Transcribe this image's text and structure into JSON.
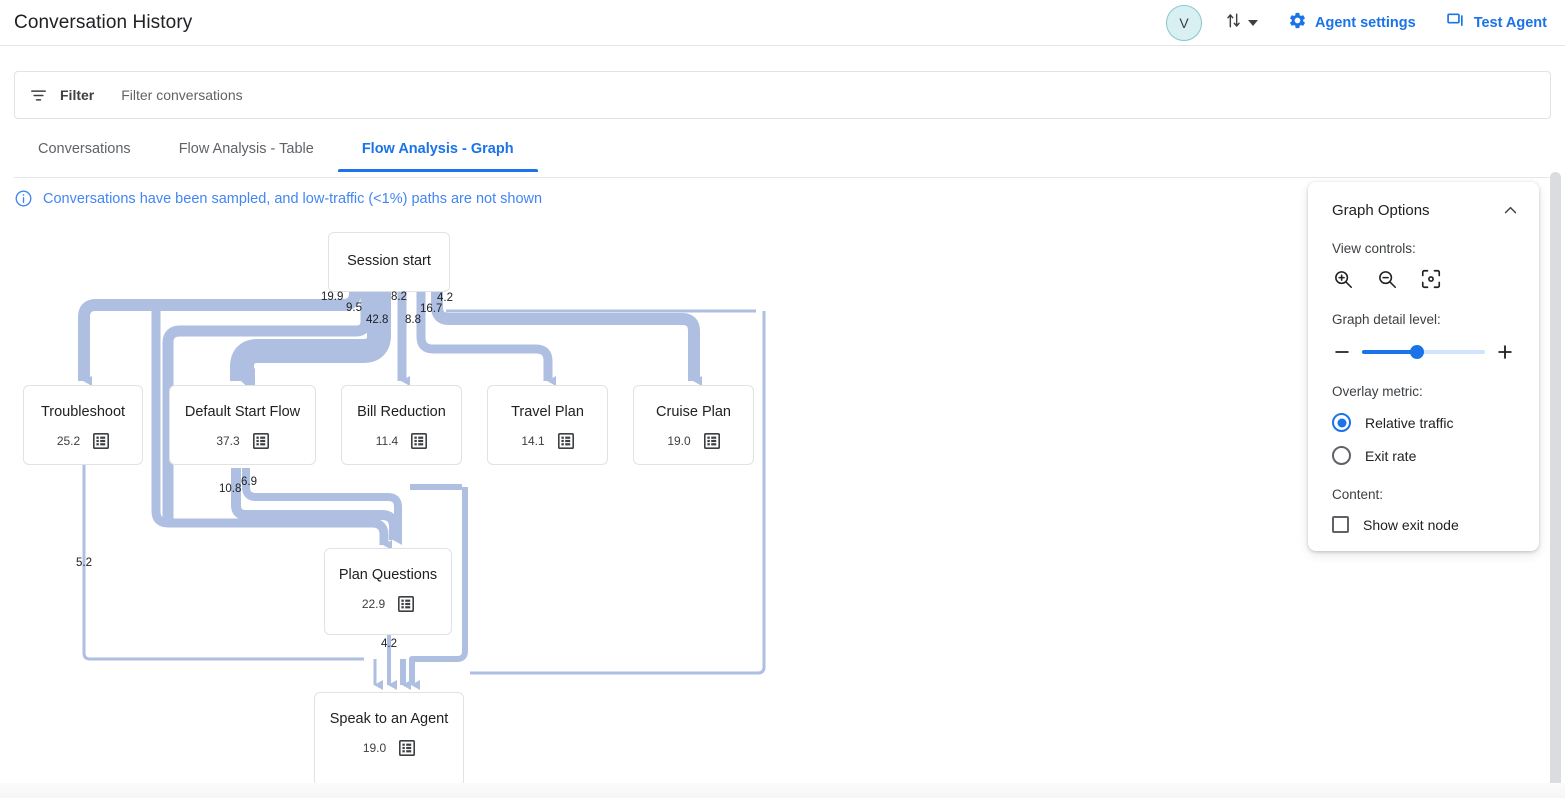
{
  "topbar": {
    "title": "Conversation History",
    "avatar_initial": "V",
    "swap_icon": "swap-vertical-icon",
    "caret_icon": "chevron-down-icon",
    "actions": [
      {
        "label": "Agent settings",
        "icon": "gear-icon"
      },
      {
        "label": "Test Agent",
        "icon": "chat-bubble-icon"
      }
    ]
  },
  "filter": {
    "icon": "filter-icon",
    "label": "Filter",
    "placeholder": "Filter conversations",
    "value": ""
  },
  "tabs": [
    {
      "label": "Conversations",
      "active": false
    },
    {
      "label": "Flow Analysis - Table",
      "active": false
    },
    {
      "label": "Flow Analysis - Graph",
      "active": true
    }
  ],
  "banner": {
    "icon": "info-icon",
    "text": "Conversations have been sampled, and low-traffic (<1%) paths are not shown",
    "color": "#4285f4"
  },
  "graph": {
    "start_node": {
      "label": "Session start"
    },
    "nodes": [
      {
        "id": "troubleshoot",
        "label": "Troubleshoot",
        "value": "25.2",
        "icon": "table-icon"
      },
      {
        "id": "default_start",
        "label": "Default Start Flow",
        "value": "37.3",
        "icon": "table-icon"
      },
      {
        "id": "bill",
        "label": "Bill Reduction",
        "value": "11.4",
        "icon": "table-icon"
      },
      {
        "id": "travel",
        "label": "Travel Plan",
        "value": "14.1",
        "icon": "table-icon"
      },
      {
        "id": "cruise",
        "label": "Cruise Plan",
        "value": "19.0",
        "icon": "table-icon"
      },
      {
        "id": "plan_q",
        "label": "Plan Questions",
        "value": "22.9",
        "icon": "table-icon"
      },
      {
        "id": "agent",
        "label": "Speak to an Agent",
        "value": "19.0",
        "icon": "table-icon"
      }
    ],
    "edge_labels": [
      {
        "id": "e1",
        "value": "19.9"
      },
      {
        "id": "e2",
        "value": "9.5"
      },
      {
        "id": "e3",
        "value": "42.8"
      },
      {
        "id": "e4",
        "value": "8.2"
      },
      {
        "id": "e5",
        "value": "8.8"
      },
      {
        "id": "e6",
        "value": "16.7"
      },
      {
        "id": "e7",
        "value": "4.2"
      },
      {
        "id": "e8",
        "value": "10.8"
      },
      {
        "id": "e9",
        "value": "6.9"
      },
      {
        "id": "e10",
        "value": "5.2"
      },
      {
        "id": "e11",
        "value": "4.2"
      }
    ],
    "edge_color": "#aebfe2"
  },
  "panel": {
    "title": "Graph Options",
    "collapse_icon": "chevron-up-icon",
    "view_controls_label": "View controls:",
    "view_controls": [
      {
        "name": "zoom-in-icon"
      },
      {
        "name": "zoom-out-icon"
      },
      {
        "name": "fit-to-screen-icon"
      }
    ],
    "detail_label": "Graph detail level:",
    "detail_minus": "minus-icon",
    "detail_plus": "plus-icon",
    "detail_value": "45",
    "overlay_label": "Overlay metric:",
    "overlay_options": [
      {
        "label": "Relative traffic",
        "selected": true
      },
      {
        "label": "Exit rate",
        "selected": false
      }
    ],
    "content_label": "Content:",
    "content_options": [
      {
        "label": "Show exit node",
        "checked": false
      }
    ]
  }
}
